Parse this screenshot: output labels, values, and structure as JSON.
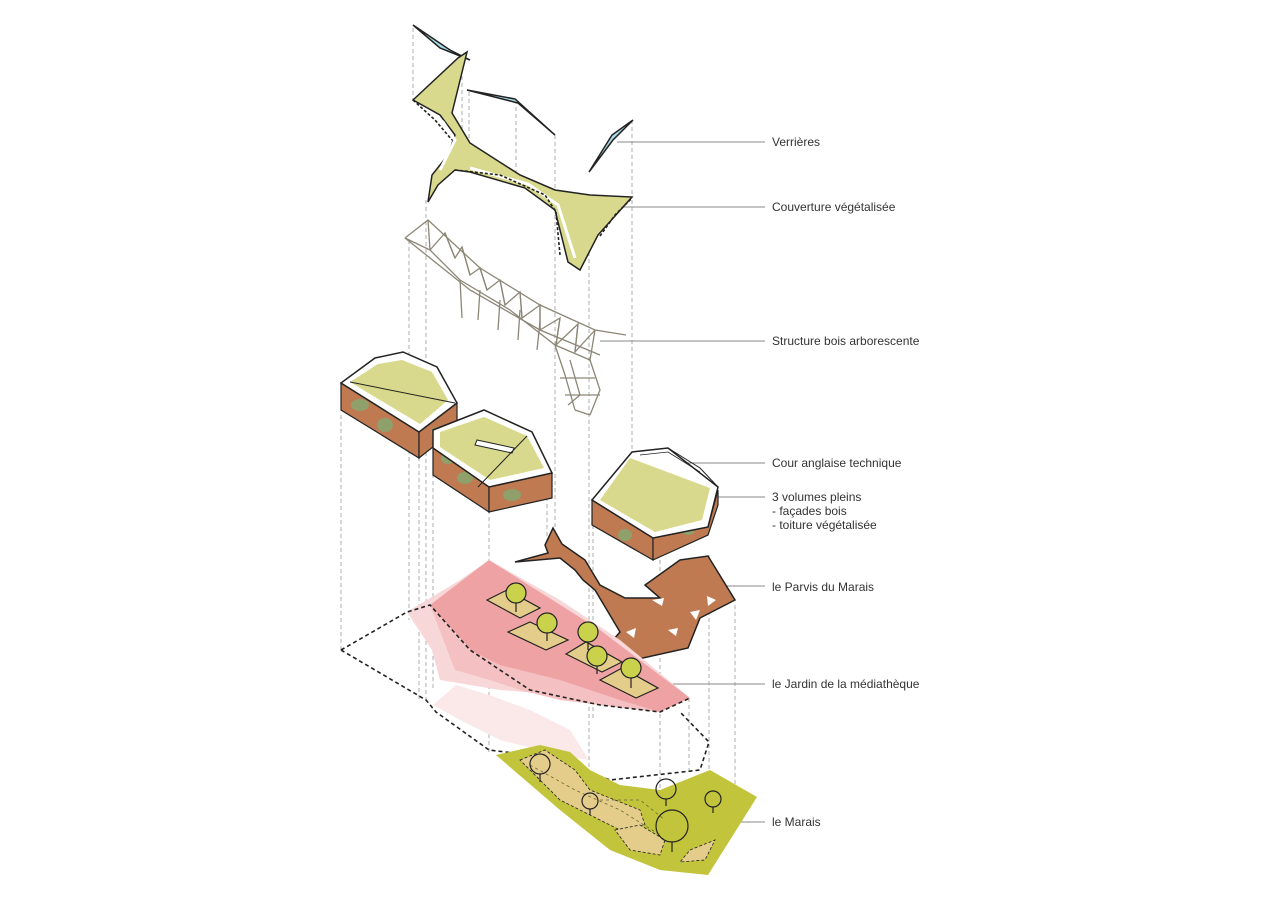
{
  "labels": {
    "verrieres": "Verrières",
    "couverture": "Couverture végétalisée",
    "structure": "Structure bois arborescente",
    "cour": "Cour anglaise technique",
    "volumes": [
      "3 volumes pleins",
      "- façades bois",
      "- toiture végétalisée"
    ],
    "parvis": "le Parvis du Marais",
    "jardin": "le Jardin de la médiathèque",
    "marais": "le Marais"
  },
  "colors": {
    "glass": "#a9dbe6",
    "green_roof": "#d8d98c",
    "wood": "#c07a52",
    "wood_patch": "#8fa06a",
    "garden_pink": "#efa2a4",
    "garden_pink_light": "#f7d7d8",
    "marsh_green": "#c2c43c",
    "marsh_sand": "#e4cd8a",
    "tree": "#c9d24a",
    "leader": "#8a8a8a"
  },
  "icons": [
    "tree-icon",
    "glass-roof-icon",
    "timber-truss-icon"
  ]
}
